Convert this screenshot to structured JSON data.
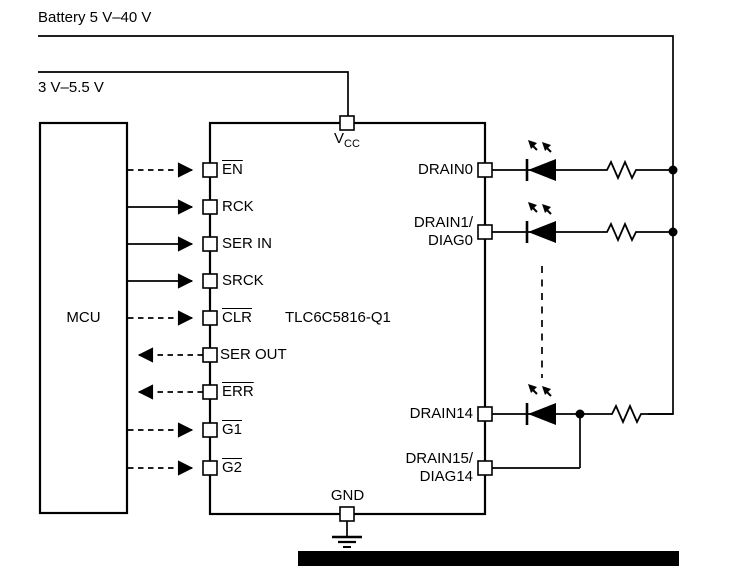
{
  "diagram": {
    "battery_rail_label": "Battery 5 V–40 V",
    "logic_rail_label": "3 V–5.5 V",
    "mcu_label": "MCU",
    "chip_name": "TLC6C5816-Q1",
    "vcc_pin": {
      "label": "V",
      "subscript": "CC"
    },
    "gnd_pin": {
      "label": "GND"
    },
    "left_pins": [
      {
        "label": "EN",
        "overline": true,
        "signal": "dashed-into-chip"
      },
      {
        "label": "RCK",
        "overline": false,
        "signal": "solid-into-chip"
      },
      {
        "label": "SER IN",
        "overline": false,
        "signal": "solid-into-chip"
      },
      {
        "label": "SRCK",
        "overline": false,
        "signal": "solid-into-chip"
      },
      {
        "label": "CLR",
        "overline": true,
        "signal": "dashed-into-chip"
      },
      {
        "label": "SER OUT",
        "overline": false,
        "signal": "dashed-into-mcu"
      },
      {
        "label": "ERR",
        "overline": true,
        "signal": "dashed-into-mcu"
      },
      {
        "label": "G1",
        "overline": true,
        "signal": "dashed-into-chip"
      },
      {
        "label": "G2",
        "overline": true,
        "signal": "dashed-into-chip"
      }
    ],
    "right_pins": [
      {
        "label": "DRAIN0",
        "label2": ""
      },
      {
        "label": "DRAIN1/",
        "label2": "DIAG0"
      },
      {
        "label": "DRAIN14",
        "label2": ""
      },
      {
        "label": "DRAIN15/",
        "label2": "DIAG14"
      }
    ],
    "colors": {
      "line": "#000000",
      "background": "#ffffff",
      "redaction_bar": "#000000"
    }
  }
}
